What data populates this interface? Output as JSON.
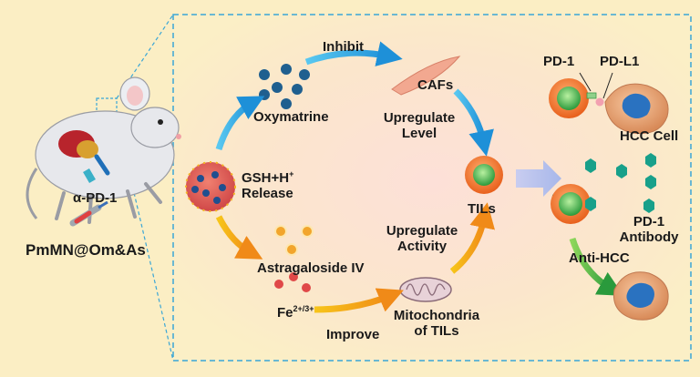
{
  "labels": {
    "inhibit": "Inhibit",
    "cafs": "CAFs",
    "oxymatrine": "Oxymatrine",
    "upregulate_level_1": "Upregulate",
    "upregulate_level_2": "Level",
    "gsh_release_1": "GSH+H",
    "gsh_release_sup": "+",
    "gsh_release_2": "Release",
    "tils": "TILs",
    "upregulate_activity_1": "Upregulate",
    "upregulate_activity_2": "Activity",
    "astragaloside": "Astragaloside IV",
    "fe": "Fe",
    "fe_sup": "2+/3+",
    "improve": "Improve",
    "mitochondria_1": "Mitochondria",
    "mitochondria_2": "of TILs",
    "pd1": "PD-1",
    "pdl1": "PD-L1",
    "hcc_cell": "HCC Cell",
    "pd1_antibody_1": "PD-1",
    "pd1_antibody_2": "Antibody",
    "anti_hcc": "Anti-HCC",
    "alpha_pd1": "α-PD-1",
    "pmmn": "PmMN@Om&As"
  },
  "colors": {
    "background": "#fbeec4",
    "panel_center": "#fde0d8",
    "dashed_border": "#3aa6d6",
    "arrow_blue": "#2aa6e0",
    "arrow_orange": "#f3a318",
    "arrow_green": "#3aa846",
    "oxymatrine_dots": "#1f5f8f",
    "astragaloside_dots": "#f2a52c",
    "fe_dots": "#e04848",
    "cell_orange": "#f07a2a",
    "cell_green": "#3aa64a",
    "hcc_cell": "#e8a070",
    "antibody_hex": "#18a08a"
  }
}
